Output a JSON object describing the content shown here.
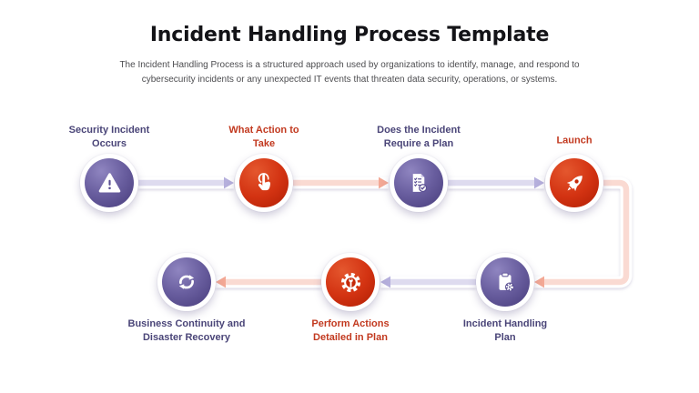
{
  "header": {
    "title": "Incident Handling Process Template",
    "subtitle_line1": "The Incident Handling Process is a structured approach used by organizations to identify, manage, and respond to",
    "subtitle_line2": "cybersecurity incidents or any unexpected IT events that threaten data security, operations, or systems."
  },
  "nodes": [
    {
      "id": "security-incident-occurs",
      "label": "Security Incident Occurs",
      "color": "purple",
      "icon": "warning-triangle-icon"
    },
    {
      "id": "what-action-to-take",
      "label": "What Action to Take",
      "color": "red",
      "icon": "tap-hand-icon"
    },
    {
      "id": "does-incident-require-plan",
      "label": "Does the Incident Require a Plan",
      "color": "purple",
      "icon": "checklist-document-icon"
    },
    {
      "id": "launch",
      "label": "Launch",
      "color": "red",
      "icon": "rocket-icon"
    },
    {
      "id": "incident-handling-plan",
      "label": "Incident Handling Plan",
      "color": "purple",
      "icon": "clipboard-gear-icon"
    },
    {
      "id": "perform-actions-detailed-in-plan",
      "label": "Perform Actions Detailed in Plan",
      "color": "red",
      "icon": "gear-wrench-icon"
    },
    {
      "id": "business-continuity-disaster-recovery",
      "label": "Business Continuity and Disaster Recovery",
      "color": "purple",
      "icon": "sync-arrows-icon"
    }
  ],
  "flow_order": [
    "security-incident-occurs",
    "what-action-to-take",
    "does-incident-require-plan",
    "launch",
    "incident-handling-plan",
    "perform-actions-detailed-in-plan",
    "business-continuity-disaster-recovery"
  ],
  "colors": {
    "title": "#131317",
    "subtitle": "#4D4D50",
    "purple_light": "#8F85C0",
    "purple_dark": "#473C7B",
    "red_light": "#E4572E",
    "red_dark": "#B01E04",
    "label_purple": "#4A4578",
    "label_red": "#C2391F",
    "line_purple": "#DEDBEF",
    "arrow_purple": "#B5AFDC",
    "line_pink": "#FADAD2",
    "arrow_pink": "#F3A895"
  }
}
